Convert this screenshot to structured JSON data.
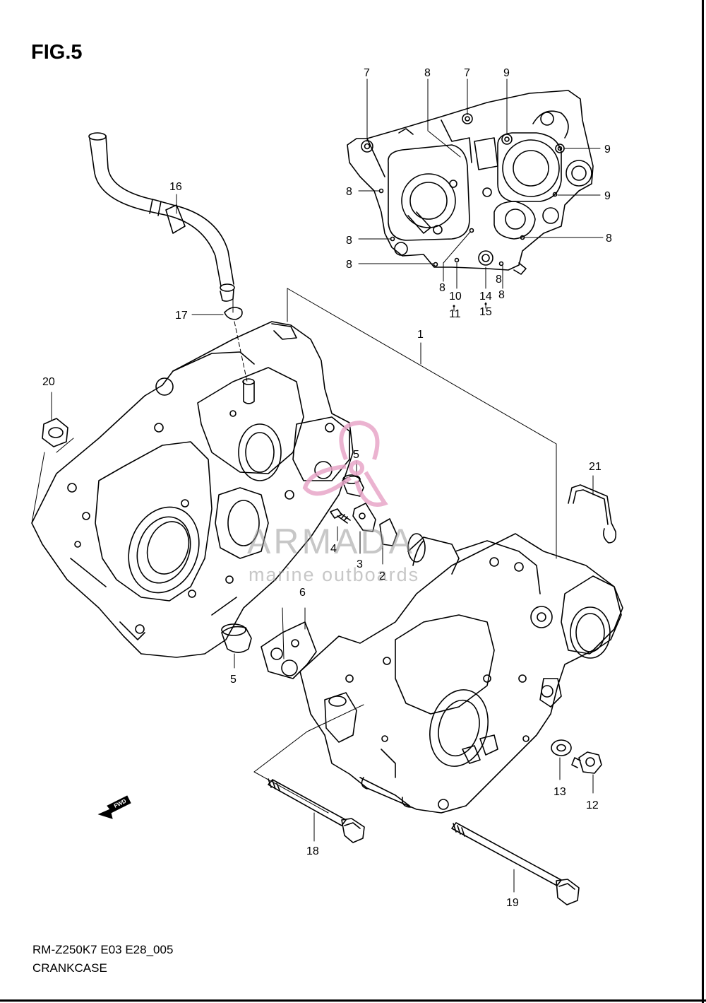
{
  "figure": {
    "title": "FIG.5",
    "model_code": "RM-Z250K7 E03 E28_005",
    "caption": "CRANKCASE"
  },
  "watermark": {
    "brand": "ARMADA",
    "tagline": "marine outboards",
    "logo_color": "#e8a6c8"
  },
  "callouts": [
    {
      "id": "c7a",
      "text": "7"
    },
    {
      "id": "c8a",
      "text": "8"
    },
    {
      "id": "c7b",
      "text": "7"
    },
    {
      "id": "c9a",
      "text": "9"
    },
    {
      "id": "c9b",
      "text": "9"
    },
    {
      "id": "c9c",
      "text": "9"
    },
    {
      "id": "c8b",
      "text": "8"
    },
    {
      "id": "c8c",
      "text": "8"
    },
    {
      "id": "c8d",
      "text": "8"
    },
    {
      "id": "c8e",
      "text": "8"
    },
    {
      "id": "c8f",
      "text": "8"
    },
    {
      "id": "c8g",
      "text": "8"
    },
    {
      "id": "c10",
      "text": "10"
    },
    {
      "id": "c11",
      "text": "11"
    },
    {
      "id": "c14",
      "text": "14"
    },
    {
      "id": "c15",
      "text": "15"
    },
    {
      "id": "c8h",
      "text": "8"
    },
    {
      "id": "c16",
      "text": "16"
    },
    {
      "id": "c17",
      "text": "17"
    },
    {
      "id": "c1",
      "text": "1"
    },
    {
      "id": "c20",
      "text": "20"
    },
    {
      "id": "c5a",
      "text": "5"
    },
    {
      "id": "c4",
      "text": "4"
    },
    {
      "id": "c3",
      "text": "3"
    },
    {
      "id": "c2",
      "text": "2"
    },
    {
      "id": "c21",
      "text": "21"
    },
    {
      "id": "c6",
      "text": "6"
    },
    {
      "id": "c5b",
      "text": "5"
    },
    {
      "id": "c13",
      "text": "13"
    },
    {
      "id": "c12",
      "text": "12"
    },
    {
      "id": "c18",
      "text": "18"
    },
    {
      "id": "c19",
      "text": "19"
    }
  ],
  "fwd_label": "FWD"
}
